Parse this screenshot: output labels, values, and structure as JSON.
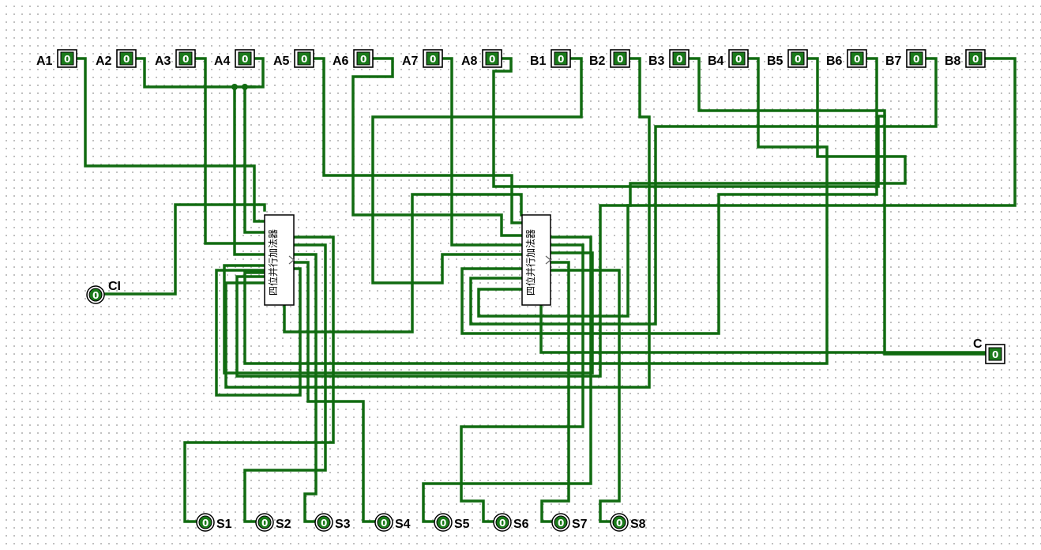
{
  "circuit": {
    "input_pins": [
      {
        "label": "A1",
        "value": "0"
      },
      {
        "label": "A2",
        "value": "0"
      },
      {
        "label": "A3",
        "value": "0"
      },
      {
        "label": "A4",
        "value": "0"
      },
      {
        "label": "A5",
        "value": "0"
      },
      {
        "label": "A6",
        "value": "0"
      },
      {
        "label": "A7",
        "value": "0"
      },
      {
        "label": "A8",
        "value": "0"
      },
      {
        "label": "B1",
        "value": "0"
      },
      {
        "label": "B2",
        "value": "0"
      },
      {
        "label": "B3",
        "value": "0"
      },
      {
        "label": "B4",
        "value": "0"
      },
      {
        "label": "B5",
        "value": "0"
      },
      {
        "label": "B6",
        "value": "0"
      },
      {
        "label": "B7",
        "value": "0"
      },
      {
        "label": "B8",
        "value": "0"
      }
    ],
    "carry_in": {
      "label": "CI",
      "value": "0"
    },
    "carry_out": {
      "label": "C",
      "value": "0"
    },
    "adders": [
      {
        "label": "四位并行加法器"
      },
      {
        "label": "四位并行加法器"
      }
    ],
    "outputs": [
      {
        "label": "S1",
        "value": "0"
      },
      {
        "label": "S2",
        "value": "0"
      },
      {
        "label": "S3",
        "value": "0"
      },
      {
        "label": "S4",
        "value": "0"
      },
      {
        "label": "S5",
        "value": "0"
      },
      {
        "label": "S6",
        "value": "0"
      },
      {
        "label": "S7",
        "value": "0"
      },
      {
        "label": "S8",
        "value": "0"
      }
    ],
    "wire_color": "#116b11"
  }
}
